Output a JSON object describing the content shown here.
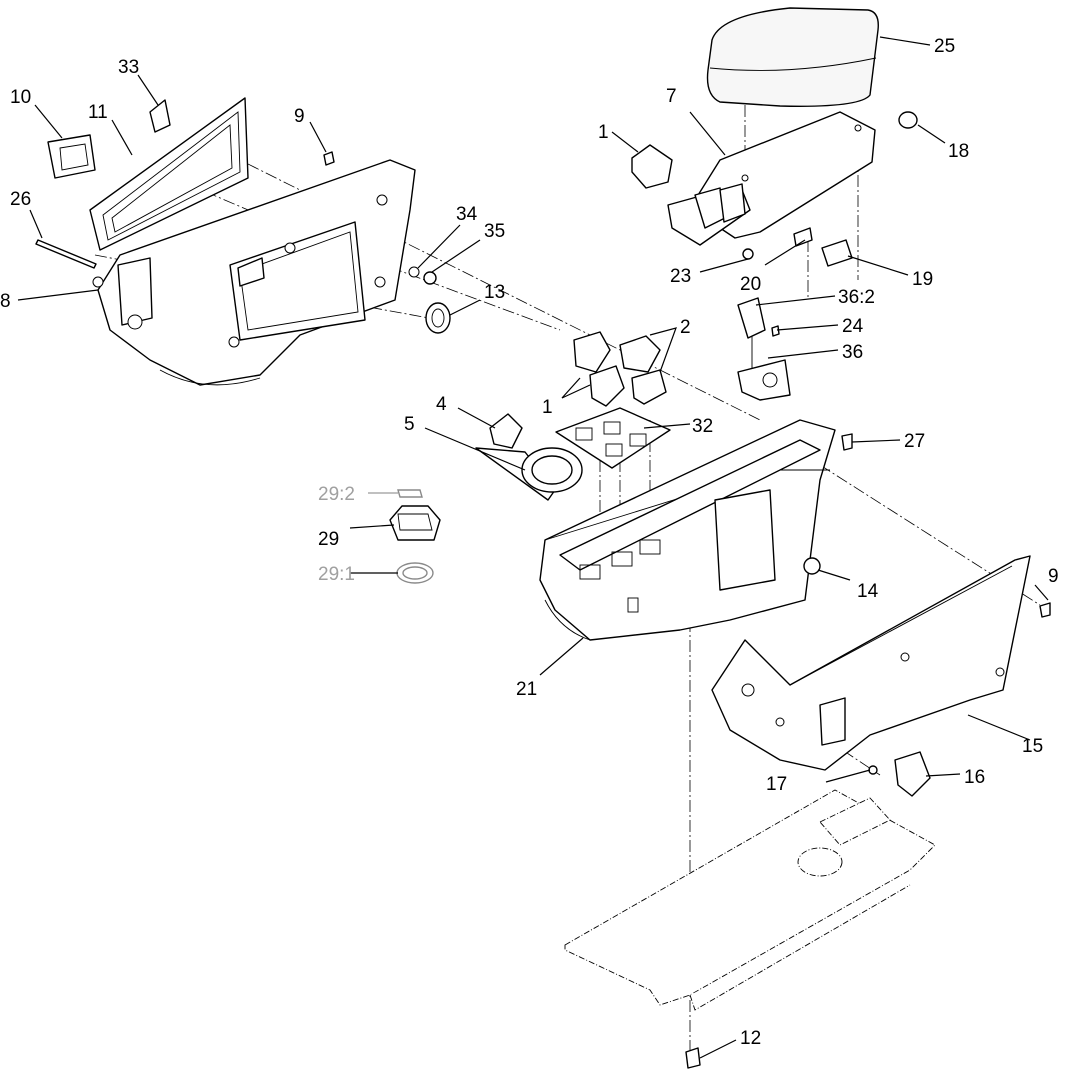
{
  "callouts": {
    "c1a": "1",
    "c1b": "1",
    "c2": "2",
    "c4": "4",
    "c5": "5",
    "c7": "7",
    "c8": "8",
    "c9a": "9",
    "c9b": "9",
    "c10": "10",
    "c11": "11",
    "c12": "12",
    "c13": "13",
    "c14": "14",
    "c15": "15",
    "c16": "16",
    "c17": "17",
    "c18": "18",
    "c19": "19",
    "c20": "20",
    "c21": "21",
    "c23": "23",
    "c24": "24",
    "c25": "25",
    "c26": "26",
    "c27": "27",
    "c29": "29",
    "c29_1": "29:1",
    "c29_2": "29:2",
    "c32": "32",
    "c33": "33",
    "c34": "34",
    "c35": "35",
    "c36": "36",
    "c36_2": "36:2"
  },
  "colors": {
    "line": "#000000",
    "muted_callout": "#a0a0a0",
    "background": "#ffffff"
  }
}
